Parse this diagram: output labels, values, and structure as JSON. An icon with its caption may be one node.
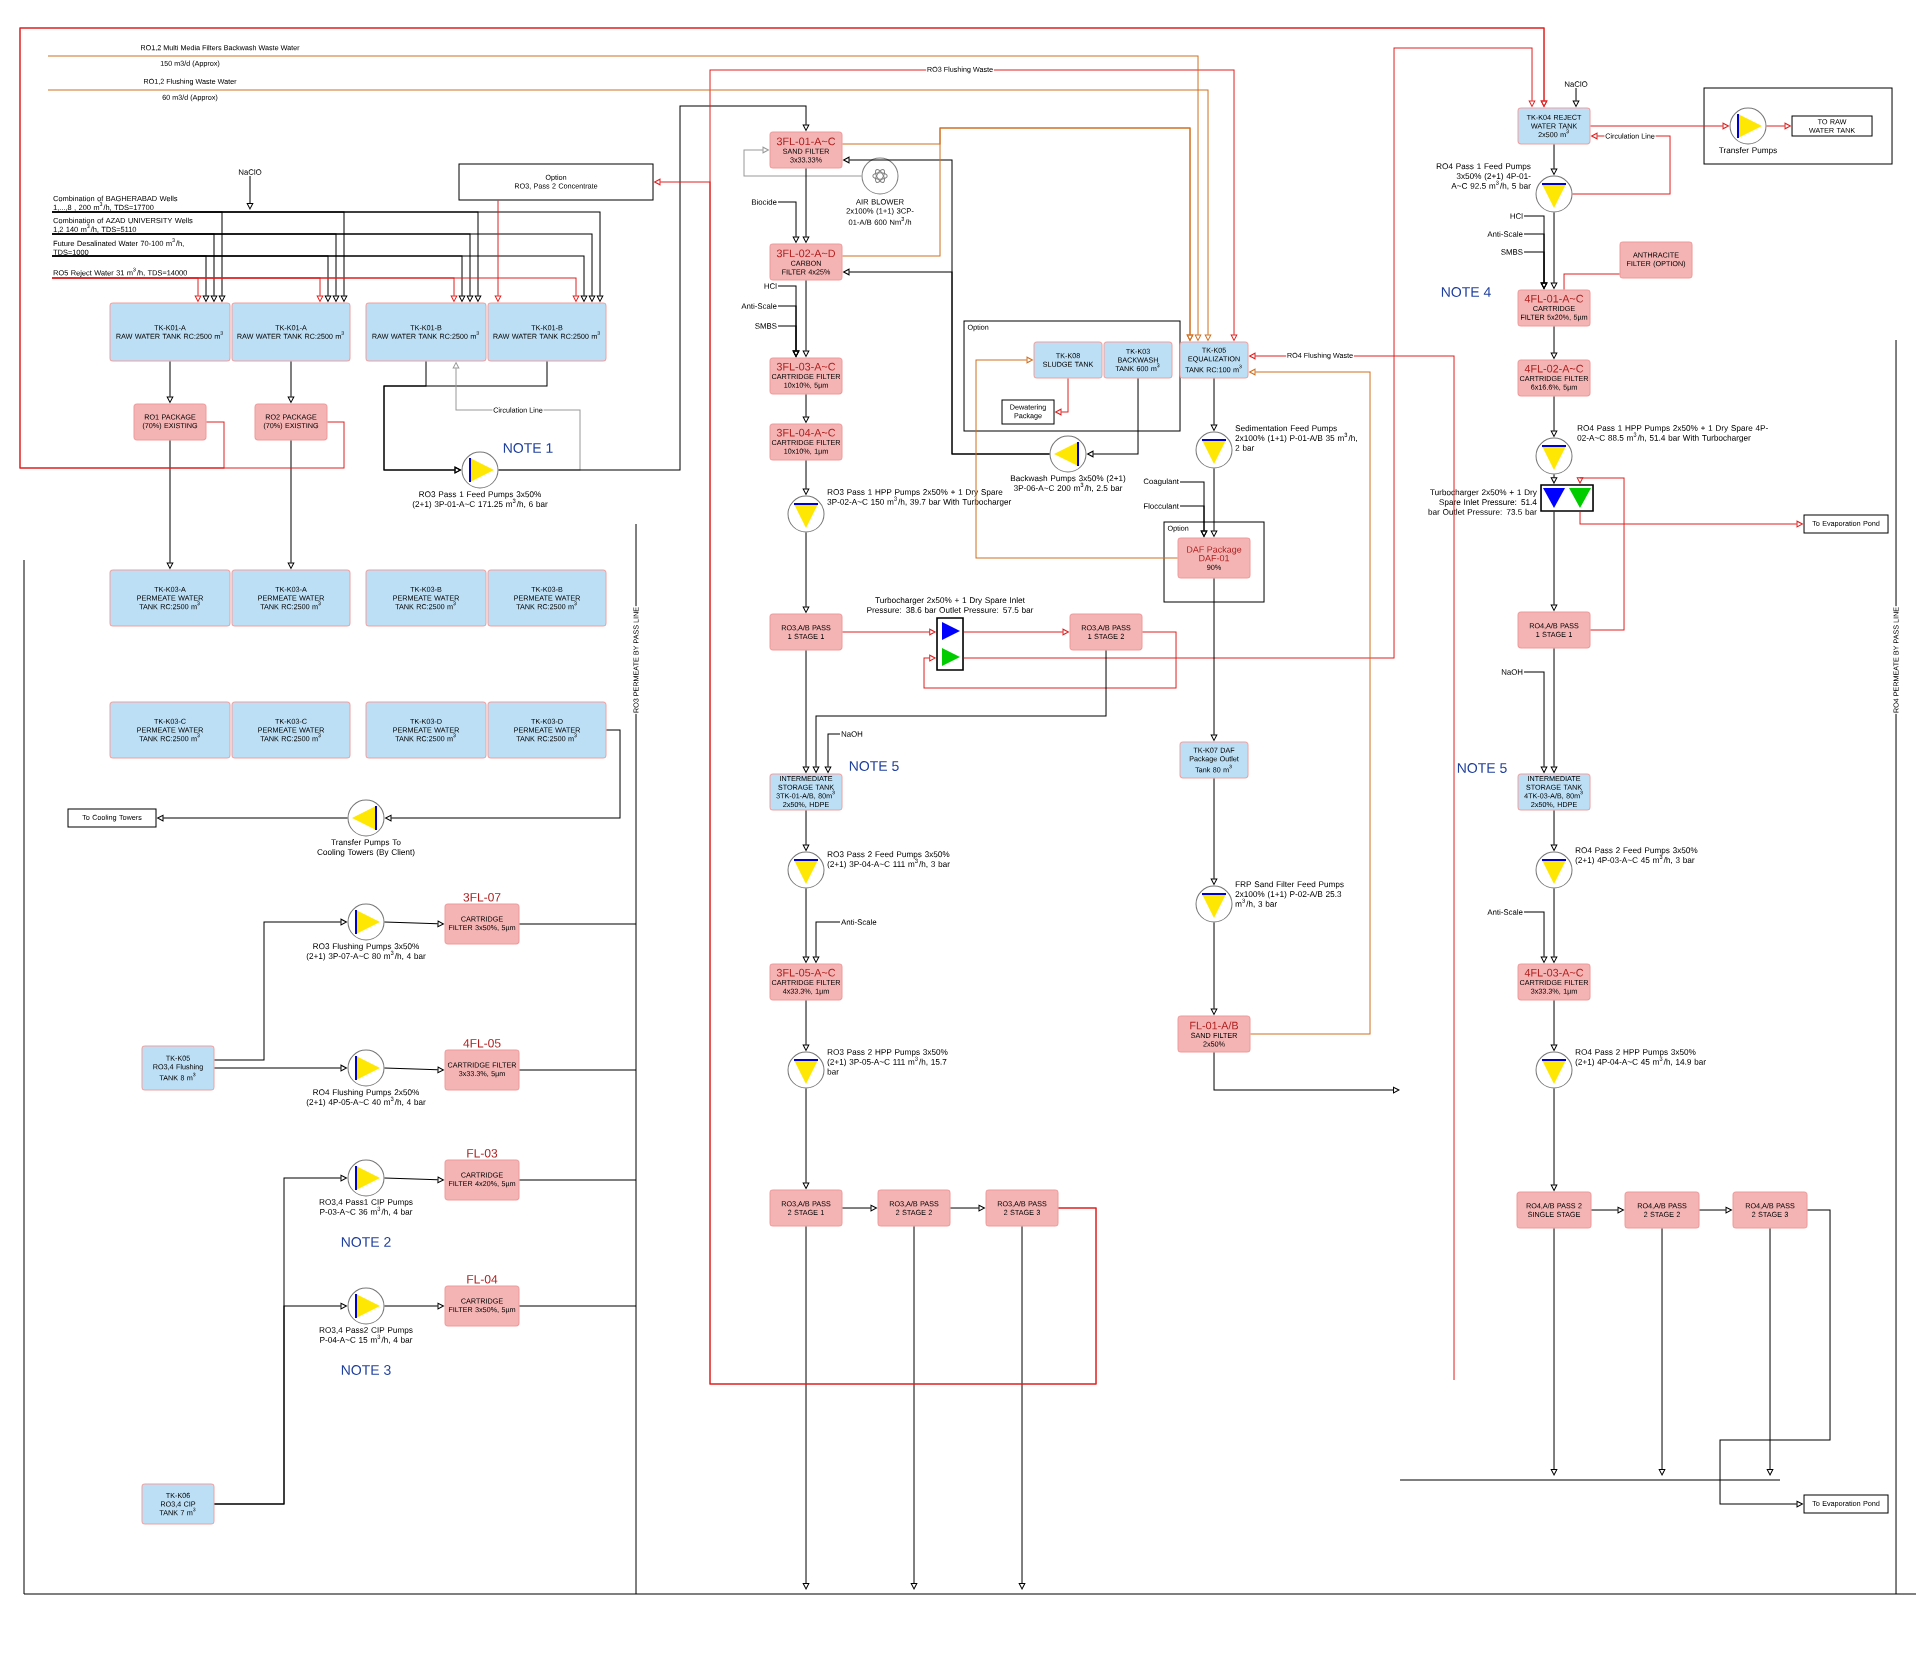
{
  "diagram": {
    "nodes": [
      {
        "text": [
          "TK-K01-A",
          "RAW WATER TANK RC:2500 m$^{3}$"
        ]
      },
      {
        "text": [
          "TK-K01-A",
          "RAW WATER TANK RC:2500 m$^{3}$"
        ]
      },
      {
        "text": [
          "TK-K01-B",
          "RAW WATER TANK RC:2500 m$^{3}$"
        ]
      },
      {
        "text": [
          "TK-K01-B",
          "RAW WATER TANK RC:2500 m$^{3}$"
        ]
      },
      {
        "text": [
          "RO1 PACKAGE (70%) EXISTING"
        ]
      },
      {
        "text": [
          "RO2 PACKAGE (70%) EXISTING"
        ]
      },
      {
        "text": [
          "Option",
          "RO3, Pass 2 Concentrate"
        ]
      },
      {
        "text": [
          "RO3 Pass 1 Feed Pumps 3x50% (2+1) 3P-01-A~C 171.25 m$^{3}$/h, 6 bar"
        ],
        "beside": [
          "NOTE 1"
        ]
      },
      {
        "text": [
          "TK-K03-A",
          "PERMEATE WATER TANK RC:2500 m$^{3}$"
        ]
      },
      {
        "text": [
          "TK-K03-A",
          "PERMEATE WATER TANK RC:2500 m$^{3}$"
        ]
      },
      {
        "text": [
          "TK-K03-B",
          "PERMEATE WATER TANK RC:2500 m$^{3}$"
        ]
      },
      {
        "text": [
          "TK-K03-B",
          "PERMEATE WATER TANK RC:2500 m$^{3}$"
        ]
      },
      {
        "text": [
          "TK-K03-C",
          "PERMEATE WATER TANK RC:2500 m$^{3}$"
        ]
      },
      {
        "text": [
          "TK-K03-C",
          "PERMEATE WATER TANK RC:2500 m$^{3}$"
        ]
      },
      {
        "text": [
          "TK-K03-D",
          "PERMEATE WATER TANK RC:2500 m$^{3}$"
        ]
      },
      {
        "text": [
          "TK-K03-D",
          "PERMEATE WATER TANK RC:2500 m$^{3}$"
        ]
      },
      {
        "text": [
          "To Cooling Towers"
        ]
      },
      {
        "text": [
          "Transfer Pumps To Cooling Towers (By Client)"
        ]
      },
      {
        "text": [
          "RO3 Flushing Pumps 3x50% (2+1) 3P-07-A~C 80 m$^{3}$/h, 4 bar"
        ]
      },
      {
        "text": [
          "3FL-07",
          "CARTRIDGE FILTER 3x50%, 5µm"
        ]
      },
      {
        "text": [
          "TK-K05",
          "RO3,4 Flushing TANK 8 m$^{3}$"
        ]
      },
      {
        "text": [
          "RO4 Flushing Pumps 2x50% (2+1) 4P-05-A~C 40 m$^{3}$/h, 4 bar"
        ]
      },
      {
        "text": [
          "4FL-05",
          "CARTRIDGE FILTER 3x33.3%, 5µm"
        ]
      },
      {
        "text": [
          "RO3,4 Pass1 CIP Pumps P-03-A~C 36 m$^{3}$/h, 4 bar"
        ],
        "beside": [
          "NOTE 2"
        ]
      },
      {
        "text": [
          "FL-03",
          "CARTRIDGE FILTER 4x20%, 5µm"
        ]
      },
      {
        "text": [
          "RO3,4 Pass2 CIP Pumps P-04-A~C 15 m$^{3}$/h, 4 bar"
        ],
        "beside": [
          "NOTE 3"
        ]
      },
      {
        "text": [
          "FL-04",
          "CARTRIDGE FILTER 3x50%, 5µm"
        ]
      },
      {
        "text": [
          "TK-K06",
          "RO3,4 CIP TANK 7 m$^{3}$"
        ]
      },
      {
        "text": [
          "3FL-01-A~C",
          "SAND FILTER 3x33.33%"
        ]
      },
      {
        "text": [
          "AIR BLOWER 2x100% (1+1) 3CP-01-A/B 600 Nm$^{3}$/h"
        ]
      },
      {
        "text": [
          "3FL-02-A~D",
          "CARBON FILTER 4x25%"
        ]
      },
      {
        "text": [
          "3FL-03-A~C",
          "CARTRIDGE FILTER 10x10%, 5µm"
        ]
      },
      {
        "text": [
          "3FL-04-A~C",
          "CARTRIDGE FILTER 10x10%, 1µm"
        ]
      },
      {
        "text": [
          "RO3 Pass 1 HPP Pumps 2x50% + 1 Dry Spare 3P-02-A~C 150 m$^{3}$/h, 39.7 bar With Turbocharger"
        ]
      },
      {
        "text": [
          "RO3,A/B PASS 1 STAGE 1"
        ]
      },
      {
        "text": [
          "Turbocharger 2x50% + 1 Dry Spare Inlet Pressure: 38.6 bar Outlet Pressure: 57.5 bar"
        ]
      },
      {
        "text": [
          "RO3,A/B PASS 1 STAGE 2"
        ]
      },
      {
        "text": [
          "INTERMEDIATE STORAGE TANK 3TK-01-A/B, 80m$^{3}$ 2x50%, HDPE"
        ],
        "beside": [
          "NOTE 5"
        ]
      },
      {
        "text": [
          "RO3 Pass 2 Feed Pumps 3x50% (2+1) 3P-04-A~C 111 m$^{3}$/h, 3 bar"
        ]
      },
      {
        "text": [
          "3FL-05-A~C",
          "CARTRIDGE FILTER 4x33.3%, 1µm"
        ]
      },
      {
        "text": [
          "RO3 Pass 2 HPP Pumps 3x50% (2+1) 3P-05-A~C 111 m$^{3}$/h, 15.7 bar"
        ]
      },
      {
        "text": [
          "RO3,A/B PASS 2 STAGE 1"
        ]
      },
      {
        "text": [
          "RO3,A/B PASS 2 STAGE 2"
        ]
      },
      {
        "text": [
          "RO3,A/B PASS 2 STAGE 3"
        ]
      },
      {
        "text": [
          "Option"
        ]
      },
      {
        "text": [
          "TK-K08 SLUDGE TANK"
        ],
        "in": 44
      },
      {
        "text": [
          "TK-K03 BACKWASH TANK 600 m$^{3}$"
        ],
        "in": 44
      },
      {
        "text": [
          "Dewatering Package"
        ],
        "in": 44
      },
      {
        "text": [
          "Backwash Pumps 3x50% (2+1) 3P-06-A~C 200 m$^{3}$/h, 2.5 bar"
        ]
      },
      {
        "text": [
          "TK-K05 EQUALIZATION TANK RC:100 m$^{3}$"
        ]
      },
      {
        "text": [
          "Sedimentation Feed Pumps 2x100% (1+1) P-01-A/B 35 m$^{3}$/h, 2 bar"
        ]
      },
      {
        "text": [
          "Option"
        ]
      },
      {
        "text": [
          "DAF Package DAF-01",
          "90%"
        ],
        "in": 51
      },
      {
        "text": [
          "TK-K07 DAF Package Outlet Tank 80 m$^{3}$"
        ]
      },
      {
        "text": [
          "FRP Sand Filter Feed Pumps 2x100% (1+1) P-02-A/B 25.3 m$^{3}$/h, 3 bar"
        ]
      },
      {
        "text": [
          "FL-01-A/B",
          "SAND FILTER 2x50%"
        ]
      },
      {
        "text": [
          "TK-K04 REJECT WATER TANK 2x500 m$^{3}$"
        ]
      },
      {
        "text": [],
        "shape": "box"
      },
      {
        "text": [
          "Transfer Pumps"
        ],
        "in": 57
      },
      {
        "text": [
          "TO RAW WATER TANK"
        ],
        "in": 57
      },
      {
        "text": [
          "RO4 Pass 1 Feed Pumps 3x50% (2+1) 4P-01-A~C 92.5 m$^{3}$/h, 5 bar"
        ]
      },
      {
        "text": [
          "ANTHRACITE FILTER (OPTION)"
        ]
      },
      {
        "text": [
          "4FL-01-A~C",
          "CARTRIDGE FILTER 5x20%, 5µm"
        ],
        "beside": [
          "NOTE 4"
        ]
      },
      {
        "text": [
          "4FL-02-A~C",
          "CARTRIDGE FILTER 6x16.6%, 5µm"
        ]
      },
      {
        "text": [
          "RO4 Pass 1 HPP Pumps 2x50% + 1 Dry Spare 4P-02-A~C 88.5 m$^{3}$/h, 51.4 bar With Turbocharger"
        ]
      },
      {
        "text": [
          "Turbocharger 2x50% + 1 Dry Spare Inlet Pressure: 51.4 bar Outlet Pressure: 73.5 bar"
        ]
      },
      {
        "text": [
          "To Evaporation Pond"
        ]
      },
      {
        "text": [
          "RO4,A/B PASS 1 STAGE 1"
        ]
      },
      {
        "text": [
          "INTERMEDIATE STORAGE TANK 4TK-03-A/B, 80m$^{3}$ 2x50%, HDPE"
        ],
        "beside": [
          "NOTE 5"
        ]
      },
      {
        "text": [
          "RO4 Pass 2 Feed Pumps 3x50% (2+1) 4P-03-A~C 45 m$^{3}$/h, 3 bar"
        ]
      },
      {
        "text": [
          "4FL-03-A~C",
          "CARTRIDGE FILTER 3x33.3%, 1µm"
        ]
      },
      {
        "text": [
          "RO4 Pass 2 HPP Pumps 3x50% (2+1) 4P-04-A~C 45 m$^{3}$/h, 14.9 bar"
        ]
      },
      {
        "text": [
          "RO4,A/B PASS 2 SINGLE STAGE"
        ]
      },
      {
        "text": [
          "RO4,A/B PASS 2 STAGE 2"
        ]
      },
      {
        "text": [
          "RO4,A/B PASS 2 STAGE 3"
        ]
      },
      {
        "text": [
          "To Evaporation Pond"
        ]
      },
      {
        "text": [
          "NaClO"
        ]
      },
      {
        "text": [
          "Biocide"
        ]
      },
      {
        "text": [
          "HCl"
        ]
      },
      {
        "text": [
          "Anti-Scale"
        ]
      },
      {
        "text": [
          "SMBS"
        ]
      },
      {
        "text": [
          "NaOH"
        ]
      },
      {
        "text": [
          "Anti-Scale"
        ]
      },
      {
        "text": [
          "Coagulant"
        ]
      },
      {
        "text": [
          "Flocculant"
        ]
      },
      {
        "text": [
          "NaClO"
        ]
      },
      {
        "text": [
          "HCl"
        ]
      },
      {
        "text": [
          "Anti-Scale"
        ]
      },
      {
        "text": [
          "SMBS"
        ]
      },
      {
        "text": [
          "NaOH"
        ]
      },
      {
        "text": [
          "Anti-Scale"
        ]
      },
      {
        "text": [
          "Combination of BAGHERABAD Wells 1,...,8 , 200 m$^{3}$/h, TDS=17700"
        ]
      },
      {
        "text": [
          "Combination of AZAD UNIVERSITY Wells 1,2 140 m$^{3}$/h, TDS=5110"
        ]
      },
      {
        "text": [
          "Future Desalinated Water 70-100 m$^{3}$/h, TDS=1000"
        ]
      },
      {
        "text": [
          "RO5 Reject Water 31 m$^{3}$/h, TDS=14000"
        ]
      }
    ],
    "edges": [
      {
        "from": 91,
        "to": 0,
        "arrow": "to"
      },
      {
        "from": 91,
        "to": 1,
        "arrow": "to"
      },
      {
        "from": 91,
        "to": 2,
        "arrow": "to"
      },
      {
        "from": 91,
        "to": 3,
        "arrow": "to"
      },
      {
        "from": 92,
        "to": 0,
        "arrow": "to"
      },
      {
        "from": 92,
        "to": 1,
        "arrow": "to"
      },
      {
        "from": 92,
        "to": 2,
        "arrow": "to"
      },
      {
        "from": 92,
        "to": 3,
        "arrow": "to"
      },
      {
        "from": 93,
        "to": 0,
        "arrow": "to"
      },
      {
        "from": 93,
        "to": 1,
        "arrow": "to"
      },
      {
        "from": 93,
        "to": 2,
        "arrow": "to"
      },
      {
        "from": 93,
        "to": 3,
        "arrow": "to"
      },
      {
        "from": 94,
        "to": 0,
        "arrow": "to",
        "color": "#e02020"
      },
      {
        "from": 94,
        "to": 1,
        "arrow": "to",
        "color": "#e02020"
      },
      {
        "from": 94,
        "to": 2,
        "arrow": "to",
        "color": "#e02020"
      },
      {
        "from": 94,
        "to": 3,
        "arrow": "to",
        "color": "#e02020"
      },
      {
        "from": 76,
        "to": null,
        "arrow": "to"
      },
      {
        "from": 0,
        "to": 4,
        "arrow": "to"
      },
      {
        "from": 1,
        "to": 5,
        "arrow": "to"
      },
      {
        "from": 4,
        "to": 8,
        "arrow": "to"
      },
      {
        "from": 5,
        "to": 9,
        "arrow": "to"
      },
      {
        "from": 4,
        "to": 56,
        "arrow": "to",
        "color": "#e02020"
      },
      {
        "from": 5,
        "to": 56,
        "arrow": "to",
        "color": "#e02020"
      },
      {
        "from": 2,
        "to": 7,
        "arrow": "to"
      },
      {
        "from": 3,
        "to": 7,
        "arrow": "to"
      },
      {
        "from": 7,
        "to": 2,
        "arrow": "to",
        "label": "Circulation Line",
        "color": "#999999"
      },
      {
        "from": 7,
        "to": 28,
        "arrow": "to"
      },
      {
        "from": 29,
        "to": 28,
        "arrow": "to",
        "color": "#999999"
      },
      {
        "from": 28,
        "to": 30,
        "arrow": "to"
      },
      {
        "from": 30,
        "to": 31,
        "arrow": "to"
      },
      {
        "from": 31,
        "to": 32,
        "arrow": "to"
      },
      {
        "from": 32,
        "to": 33,
        "arrow": "to"
      },
      {
        "from": 33,
        "to": 34,
        "arrow": "to"
      },
      {
        "from": 34,
        "to": 35,
        "arrow": "to",
        "color": "#e02020"
      },
      {
        "from": 35,
        "to": 36,
        "arrow": "to",
        "color": "#e02020"
      },
      {
        "from": 36,
        "to": 35,
        "arrow": "to",
        "color": "#e02020"
      },
      {
        "from": 35,
        "to": 56,
        "arrow": "to",
        "color": "#e02020"
      },
      {
        "from": 34,
        "to": 37,
        "arrow": "to"
      },
      {
        "from": 36,
        "to": 37,
        "arrow": "to"
      },
      {
        "from": 37,
        "to": 38,
        "arrow": "to"
      },
      {
        "from": 38,
        "to": 39,
        "arrow": "to"
      },
      {
        "from": 39,
        "to": 40,
        "arrow": "to"
      },
      {
        "from": 40,
        "to": 41,
        "arrow": "to"
      },
      {
        "from": 41,
        "to": 42,
        "arrow": "to"
      },
      {
        "from": 42,
        "to": 43,
        "arrow": "to"
      },
      {
        "from": 41,
        "to": null,
        "arrow": "to"
      },
      {
        "from": 42,
        "to": null,
        "arrow": "to"
      },
      {
        "from": 43,
        "to": null,
        "arrow": "to"
      },
      {
        "from": 43,
        "to": 6,
        "arrow": "to",
        "color": "#e02020"
      },
      {
        "from": 43,
        "to": 49,
        "arrow": "to",
        "label": "RO3 Flushing Waste",
        "color": "#e02020"
      },
      {
        "from": 6,
        "to": 3,
        "arrow": "to",
        "color": "#e02020"
      },
      {
        "from": 46,
        "to": 48,
        "arrow": "to"
      },
      {
        "from": 48,
        "to": 28,
        "arrow": "to"
      },
      {
        "from": 48,
        "to": 30,
        "arrow": "to"
      },
      {
        "from": 28,
        "to": 49,
        "arrow": "to",
        "color": "#d07020"
      },
      {
        "from": 30,
        "to": 49,
        "arrow": "to",
        "color": "#d07020"
      },
      {
        "from": 45,
        "to": 47,
        "arrow": "to",
        "color": "#e02020"
      },
      {
        "from": 49,
        "to": 50,
        "arrow": "to"
      },
      {
        "from": 50,
        "to": 52,
        "arrow": "to"
      },
      {
        "from": 52,
        "to": 45,
        "arrow": "to",
        "color": "#d07020"
      },
      {
        "from": 52,
        "to": 53,
        "arrow": "to"
      },
      {
        "from": 53,
        "to": 54,
        "arrow": "to"
      },
      {
        "from": 54,
        "to": 55,
        "arrow": "to"
      },
      {
        "from": 55,
        "to": null,
        "arrow": "to"
      },
      {
        "from": 55,
        "to": 49,
        "arrow": "to",
        "color": "#d07020"
      },
      {
        "from": null,
        "to": 49,
        "arrow": "to",
        "label": "RO1,2 Multi Media Filters Backwash Waste Water",
        "color": "#d07020"
      },
      {
        "from": null,
        "to": 49,
        "arrow": "to",
        "label": "RO1,2 Flushing Waste Water",
        "color": "#d07020"
      },
      {
        "from": null,
        "to": 49,
        "arrow": "to",
        "label": "RO4 Flushing Waste",
        "color": "#e02020"
      },
      {
        "from": 56,
        "to": 60,
        "arrow": "to"
      },
      {
        "from": 56,
        "to": 58,
        "arrow": "to",
        "color": "#e02020"
      },
      {
        "from": 58,
        "to": 59,
        "arrow": "to",
        "color": "#e02020"
      },
      {
        "from": 60,
        "to": 56,
        "arrow": "to",
        "label": "Circulation Line",
        "color": "#e02020"
      },
      {
        "from": 61,
        "to": 62,
        "arrow": "none",
        "color": "#e02020"
      },
      {
        "from": 60,
        "to": 62,
        "arrow": "to"
      },
      {
        "from": 62,
        "to": 63,
        "arrow": "to"
      },
      {
        "from": 63,
        "to": 64,
        "arrow": "to"
      },
      {
        "from": 64,
        "to": 65,
        "arrow": "to"
      },
      {
        "from": 65,
        "to": 67,
        "arrow": "to"
      },
      {
        "from": 67,
        "to": 65,
        "arrow": "to",
        "color": "#e02020"
      },
      {
        "from": 65,
        "to": 66,
        "arrow": "to",
        "color": "#e02020"
      },
      {
        "from": 67,
        "to": 68,
        "arrow": "to"
      },
      {
        "from": 68,
        "to": 69,
        "arrow": "to"
      },
      {
        "from": 69,
        "to": 70,
        "arrow": "to"
      },
      {
        "from": 70,
        "to": 71,
        "arrow": "to"
      },
      {
        "from": 71,
        "to": 72,
        "arrow": "to"
      },
      {
        "from": 72,
        "to": 73,
        "arrow": "to"
      },
      {
        "from": 73,
        "to": 74,
        "arrow": "to"
      },
      {
        "from": 74,
        "to": 75,
        "arrow": "to"
      },
      {
        "from": 72,
        "to": null,
        "arrow": "to"
      },
      {
        "from": 73,
        "to": null,
        "arrow": "to"
      },
      {
        "from": 74,
        "to": null,
        "arrow": "to"
      },
      {
        "from": 20,
        "to": 18,
        "arrow": "to"
      },
      {
        "from": 20,
        "to": 21,
        "arrow": "to"
      },
      {
        "from": 18,
        "to": 19,
        "arrow": "to"
      },
      {
        "from": 21,
        "to": 22,
        "arrow": "to"
      },
      {
        "from": 23,
        "to": 24,
        "arrow": "to"
      },
      {
        "from": 25,
        "to": 26,
        "arrow": "to"
      },
      {
        "from": 27,
        "to": 23,
        "arrow": "to"
      },
      {
        "from": 27,
        "to": 25,
        "arrow": "to"
      },
      {
        "from": 17,
        "to": 16,
        "arrow": "to"
      },
      {
        "from": 15,
        "to": 17,
        "arrow": "to"
      },
      {
        "from": 19,
        "to": null,
        "arrow": "none"
      },
      {
        "from": 22,
        "to": null,
        "arrow": "none"
      },
      {
        "from": 24,
        "to": null,
        "arrow": "none"
      },
      {
        "from": 26,
        "to": null,
        "arrow": "none"
      },
      {
        "from": 77,
        "to": 30,
        "arrow": "to"
      },
      {
        "from": 78,
        "to": 31,
        "arrow": "to"
      },
      {
        "from": 79,
        "to": 31,
        "arrow": "to"
      },
      {
        "from": 80,
        "to": 31,
        "arrow": "to"
      },
      {
        "from": 81,
        "to": 37,
        "arrow": "to"
      },
      {
        "from": 82,
        "to": 39,
        "arrow": "to"
      },
      {
        "from": 83,
        "to": 52,
        "arrow": "to"
      },
      {
        "from": 84,
        "to": 52,
        "arrow": "to"
      },
      {
        "from": 85,
        "to": 56,
        "arrow": "to"
      },
      {
        "from": 86,
        "to": 62,
        "arrow": "to"
      },
      {
        "from": 87,
        "to": 62,
        "arrow": "to"
      },
      {
        "from": 88,
        "to": 62,
        "arrow": "to"
      },
      {
        "from": 89,
        "to": 68,
        "arrow": "to"
      },
      {
        "from": 90,
        "to": 70,
        "arrow": "to"
      }
    ],
    "labels": [
      "150 m3/d (Approx)",
      "60 m3/d (Approx)",
      "RO3 PERMEATE BY PASS LINE",
      "RO4 PERMEATE BY PASS LINE"
    ]
  }
}
